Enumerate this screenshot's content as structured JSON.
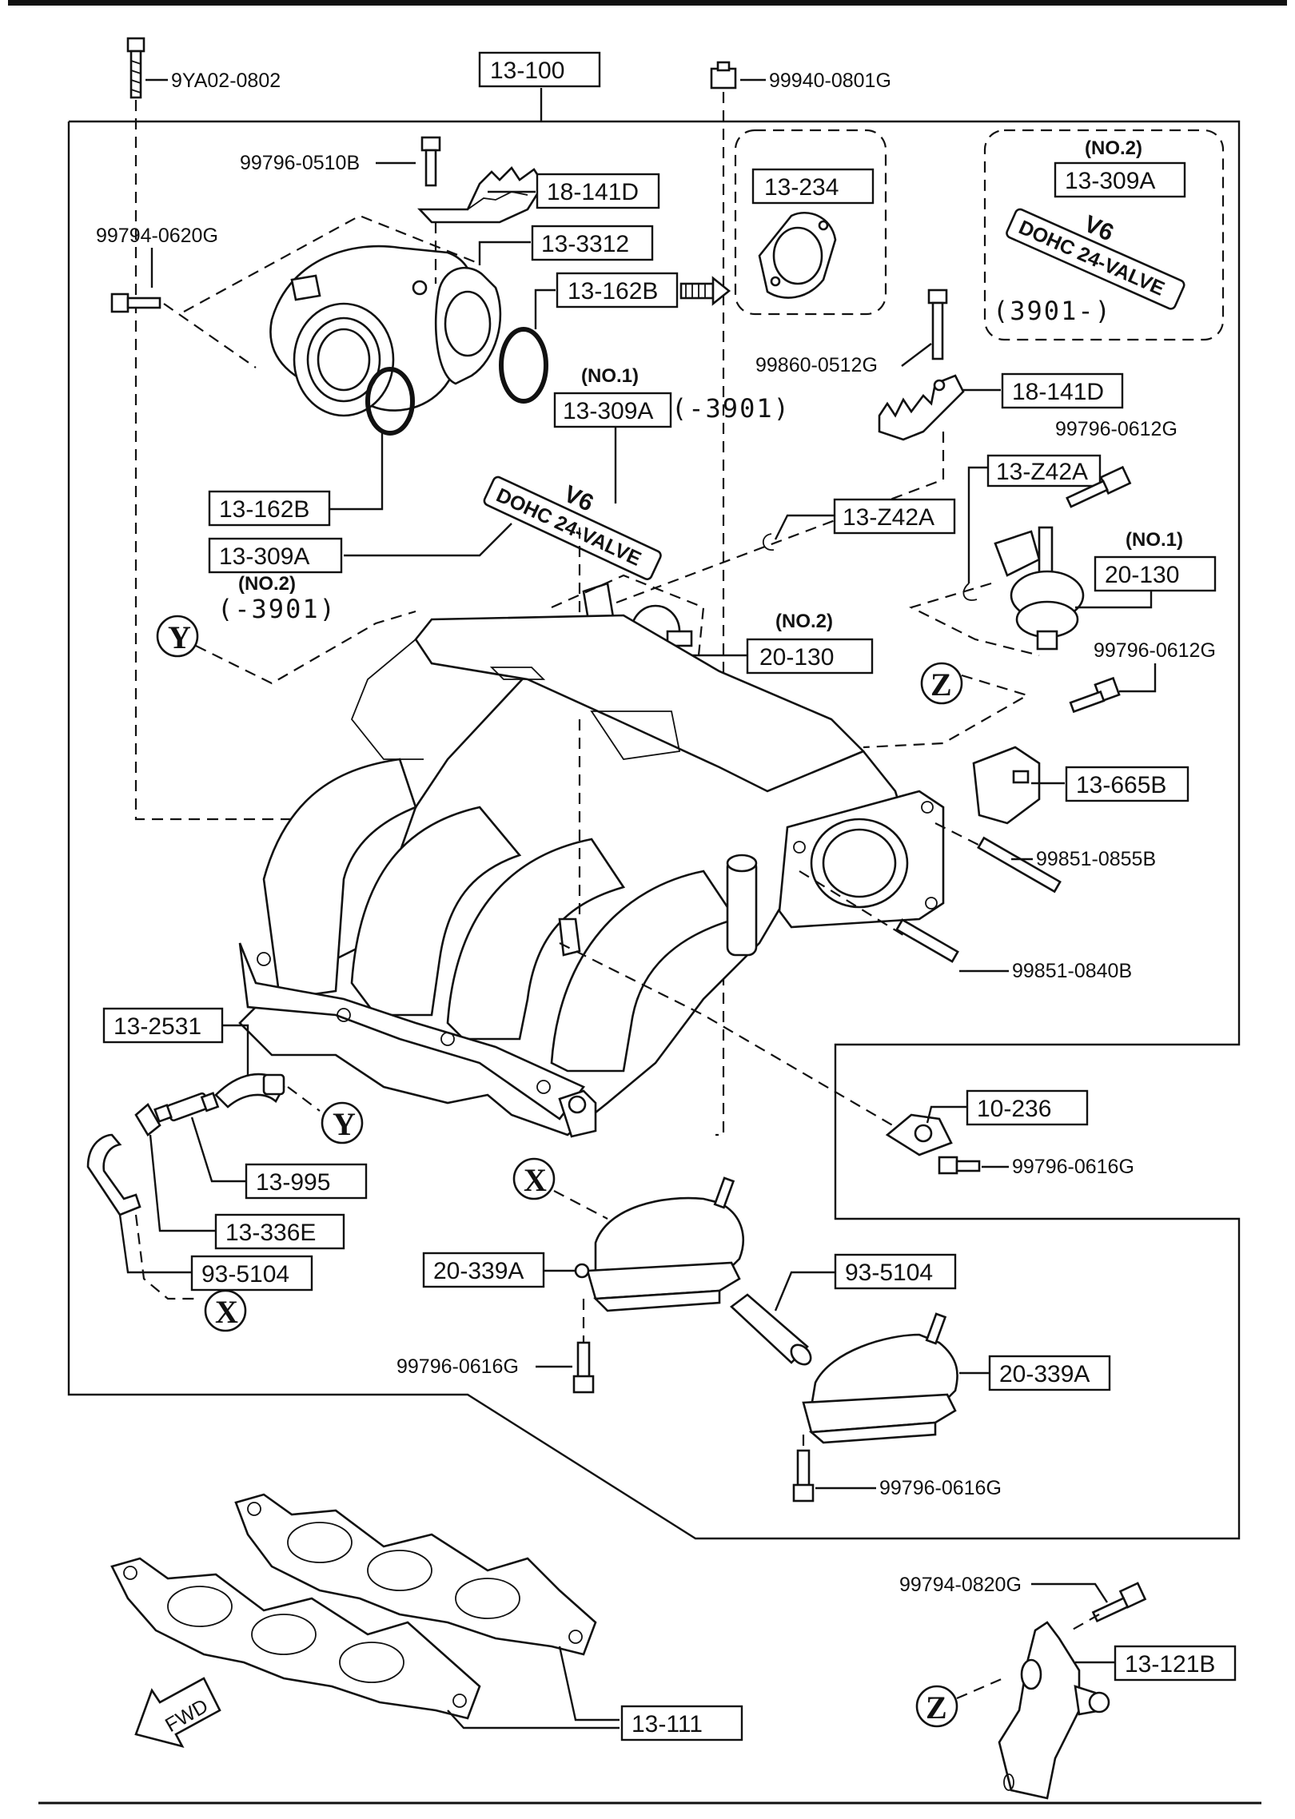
{
  "diagram": {
    "part_numbers": {
      "main_assembly": "13-100",
      "bracket_top": "18-141D",
      "bracket_right": "18-141D",
      "elbow": "13-3312",
      "gasket_ring_right": "13-162B",
      "gasket_ring_left": "13-162B",
      "throttle_gasket": "13-234",
      "emblem_no1": "13-309A",
      "emblem_left": "13-309A",
      "emblem_no2": "13-309A",
      "clip_right": "13-Z42A",
      "clip_center": "13-Z42A",
      "actuator_no1": "20-130",
      "actuator_no2": "20-130",
      "bracket_665": "13-665B",
      "hose": "13-2531",
      "valve": "13-995",
      "bracket_336": "13-336E",
      "tube_left": "93-5104",
      "tube_right": "93-5104",
      "solenoid_left": "20-339A",
      "solenoid_right": "20-339A",
      "clip_236": "10-236",
      "gasket_manifold": "13-111",
      "bracket_121": "13-121B"
    },
    "fasteners": {
      "bolt_top_left": "9YA02-0802",
      "bolt_top_center": "99940-0801G",
      "bolt_bracket": "99796-0510B",
      "bolt_left": "99794-0620G",
      "bolt_right_bracket": "99860-0512G",
      "bolt_clip": "99796-0612G",
      "bolt_bracket_665": "99796-0612G",
      "stud_upper": "99851-0855B",
      "stud_lower": "99851-0840B",
      "bolt_clip_236": "99796-0616G",
      "bolt_solenoid_left": "99796-0616G",
      "bolt_solenoid_right": "99796-0616G",
      "bolt_121": "99794-0820G"
    },
    "notes": {
      "no1_emblem": "(NO.1)",
      "no2_emblem_top": "(NO.2)",
      "no2_emblem_left": "(NO.2)",
      "no1_actuator": "(NO.1)",
      "no2_actuator": "(NO.2)",
      "range_no1": "(-3901)",
      "range_no2_left": "(-3901)",
      "range_no2_top": "(3901-)",
      "emblem_text": "DOHC 24-VALVE",
      "emblem_v6": "V6",
      "fwd": "FWD"
    },
    "callouts": {
      "x": "X",
      "y": "Y",
      "z": "Z"
    }
  }
}
